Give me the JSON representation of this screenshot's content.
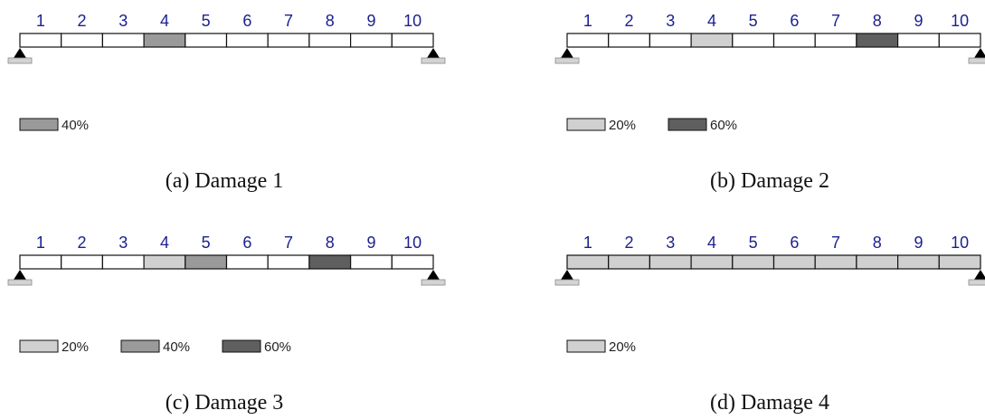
{
  "colors": {
    "undamaged": "#ffffff",
    "light": "#d0d0d0",
    "medium": "#9a9a9a",
    "dark": "#5f5f5f",
    "element_numbers": "#1b1f8f",
    "support_base": "#d3d3d3",
    "outline": "#111111"
  },
  "damage_levels": {
    "light": "20%",
    "medium": "40%",
    "dark": "60%"
  },
  "panels": [
    {
      "id": "a",
      "caption": "(a) Damage 1",
      "element_labels": [
        "1",
        "2",
        "3",
        "4",
        "5",
        "6",
        "7",
        "8",
        "9",
        "10"
      ],
      "element_damage": [
        "none",
        "none",
        "none",
        "medium",
        "none",
        "none",
        "none",
        "none",
        "none",
        "none"
      ],
      "legend": [
        {
          "level": "medium",
          "label": "40%"
        }
      ]
    },
    {
      "id": "b",
      "caption": "(b) Damage 2",
      "element_labels": [
        "1",
        "2",
        "3",
        "4",
        "5",
        "6",
        "7",
        "8",
        "9",
        "10"
      ],
      "element_damage": [
        "none",
        "none",
        "none",
        "light",
        "none",
        "none",
        "none",
        "dark",
        "none",
        "none"
      ],
      "legend": [
        {
          "level": "light",
          "label": "20%"
        },
        {
          "level": "dark",
          "label": "60%"
        }
      ]
    },
    {
      "id": "c",
      "caption": "(c) Damage 3",
      "element_labels": [
        "1",
        "2",
        "3",
        "4",
        "5",
        "6",
        "7",
        "8",
        "9",
        "10"
      ],
      "element_damage": [
        "none",
        "none",
        "none",
        "light",
        "medium",
        "none",
        "none",
        "dark",
        "none",
        "none"
      ],
      "legend": [
        {
          "level": "light",
          "label": "20%"
        },
        {
          "level": "medium",
          "label": "40%"
        },
        {
          "level": "dark",
          "label": "60%"
        }
      ]
    },
    {
      "id": "d",
      "caption": "(d) Damage 4",
      "element_labels": [
        "1",
        "2",
        "3",
        "4",
        "5",
        "6",
        "7",
        "8",
        "9",
        "10"
      ],
      "element_damage": [
        "light",
        "light",
        "light",
        "light",
        "light",
        "light",
        "light",
        "light",
        "light",
        "light"
      ],
      "legend": [
        {
          "level": "light",
          "label": "20%"
        }
      ]
    }
  ]
}
